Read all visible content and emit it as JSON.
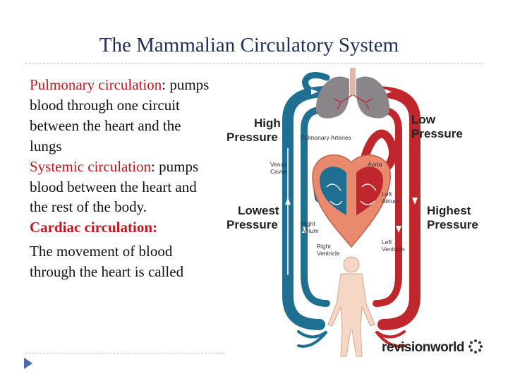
{
  "title": "The Mammalian Circulatory System",
  "body": {
    "pulmonary_heading": "Pulmonary circulation",
    "pulmonary_colon": ":",
    "pulmonary_text": "pumps blood through one circuit between the heart and the lungs",
    "systemic_heading": "Systemic circulation",
    "systemic_colon": ":",
    "systemic_text": "pumps blood between the heart and the rest of the body.",
    "cardiac_heading": "Cardiac circulation:",
    "cardiac_text": "The movement of blood through the heart is called"
  },
  "diagram": {
    "high_pressure": [
      "High",
      "Pressure"
    ],
    "low_pressure": [
      "Low",
      "Pressure"
    ],
    "lowest_pressure": [
      "Lowest",
      "Pressure"
    ],
    "highest_pressure": [
      "Highest",
      "Pressure"
    ],
    "pulmonary_arteries": "Pulmonary Arteries",
    "venae_cavae": [
      "Venae",
      "Cavae"
    ],
    "aorta": "Aorta",
    "left_atrium": [
      "Left",
      "Atrium"
    ],
    "right_atrium": [
      "Right",
      "Atrium"
    ],
    "right_ventricle": [
      "Right",
      "Ventricle"
    ],
    "left_ventricle": [
      "Left",
      "Ventricle"
    ],
    "colors": {
      "deoxygenated": "#1f6f93",
      "oxygenated": "#c0272d",
      "heart": "#e98a6e",
      "lungs": "#8a8589",
      "body": "#f6d6c4"
    }
  },
  "brand": "revisionworld"
}
